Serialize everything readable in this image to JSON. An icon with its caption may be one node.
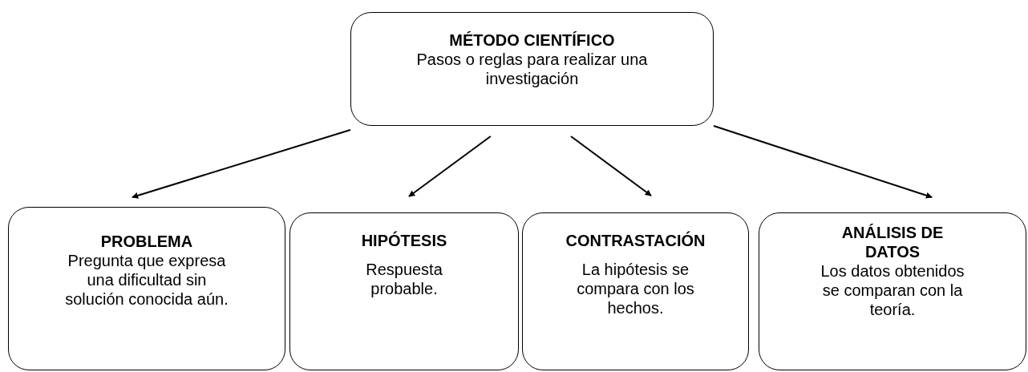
{
  "diagram": {
    "nodes": [
      {
        "text": [
          "MÉTODO CIENTÍFICO",
          "Pasos o reglas para realizar una investigación"
        ]
      },
      {
        "text": [
          "PROBLEMA",
          "Pregunta que expresa una dificultad sin solución conocida aún."
        ]
      },
      {
        "text": [
          "HIPÓTESIS",
          "Respuesta probable."
        ]
      },
      {
        "text": [
          "CONTRASTACIÓN",
          "La hipótesis se compara con los hechos."
        ]
      },
      {
        "text": [
          "ANÁLISIS DE DATOS",
          "Los datos obtenidos se comparan con la teoría."
        ]
      }
    ],
    "edges": [
      {
        "from": 0,
        "to": 1,
        "arrow": "to"
      },
      {
        "from": 0,
        "to": 2,
        "arrow": "to"
      },
      {
        "from": 0,
        "to": 3,
        "arrow": "to"
      },
      {
        "from": 0,
        "to": 4,
        "arrow": "to"
      }
    ]
  }
}
